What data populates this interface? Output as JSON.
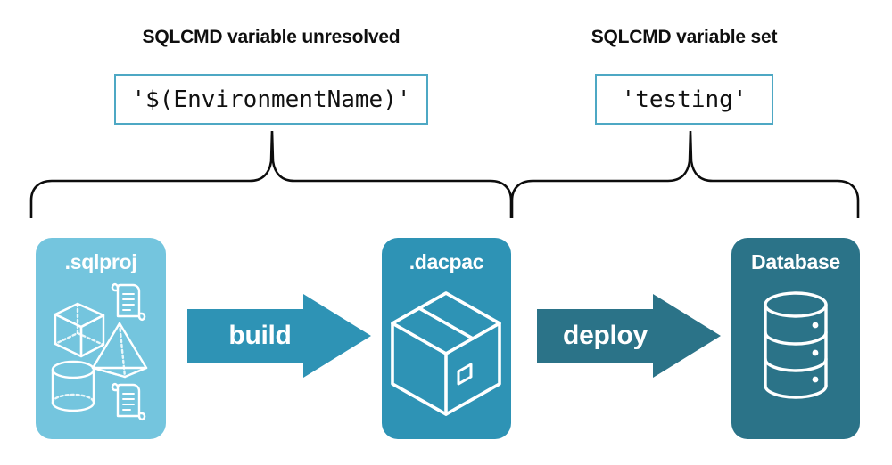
{
  "diagram": {
    "title_left": "SQLCMD variable unresolved",
    "title_right": "SQLCMD variable set",
    "code_left": "'$(EnvironmentName)'",
    "code_right": "'testing'",
    "colors": {
      "code_box_border": "#4EA8C4",
      "sqlproj_fill": "#74C5DE",
      "dacpac_fill": "#2E93B5",
      "database_fill": "#2B7388",
      "build_arrow_fill": "#2E93B5",
      "deploy_arrow_fill": "#2B7388",
      "brace_stroke": "#000000",
      "background": "#FFFFFF",
      "label_text": "#FFFFFF",
      "heading_text": "#0F0F0F"
    },
    "stages": [
      {
        "label": ".sqlproj",
        "icons": [
          "cube-icon",
          "scroll-icon",
          "pyramid-icon",
          "cylinder-icon",
          "scroll-icon"
        ]
      },
      {
        "label": ".dacpac",
        "icons": [
          "package-box-icon"
        ]
      },
      {
        "label": "Database",
        "icons": [
          "database-cylinder-icon"
        ]
      }
    ],
    "arrows": [
      {
        "label": "build"
      },
      {
        "label": "deploy"
      }
    ],
    "braces": [
      {
        "name": "brace-left",
        "spans": "sqlproj-to-dacpac"
      },
      {
        "name": "brace-right",
        "spans": "dacpac-to-database"
      }
    ]
  }
}
